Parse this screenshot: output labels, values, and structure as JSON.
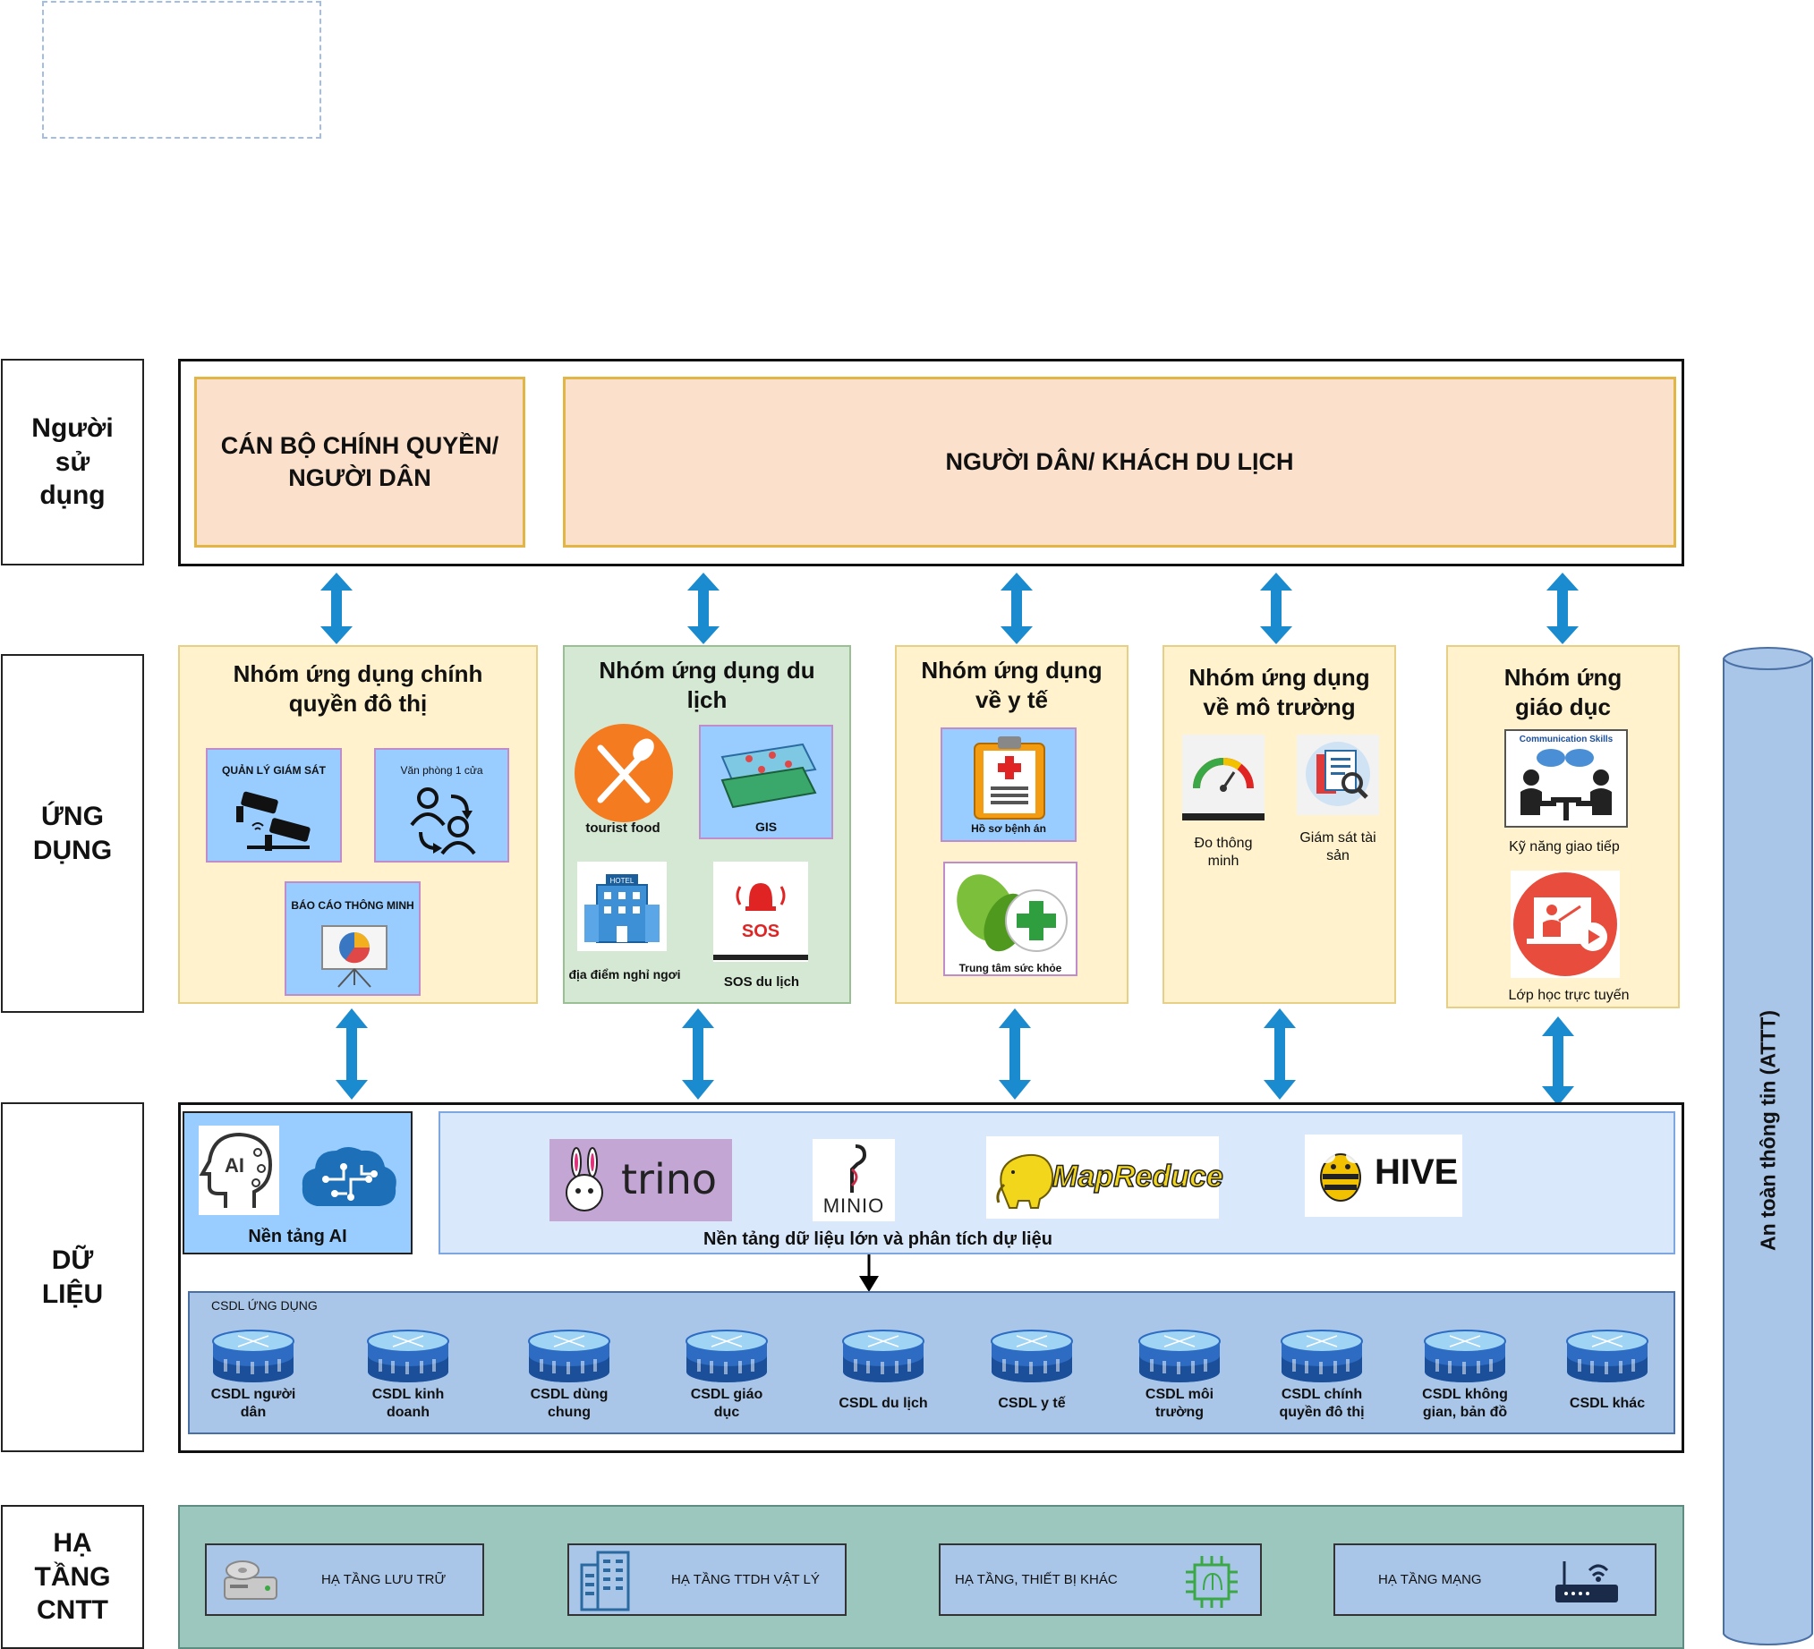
{
  "layers": {
    "users": "Người\nsử\ndụng",
    "apps": "ỨNG\nDỤNG",
    "data": "DỮ\nLIỆU",
    "infra": "HẠ\nTẦNG\nCNTT"
  },
  "users": {
    "officials": "CÁN BỘ CHÍNH QUYỀN/\nNGƯỜI DÂN",
    "citizens": "NGƯỜI DÂN/ KHÁCH DU LỊCH"
  },
  "groups": {
    "gov": {
      "title": "Nhóm ứng dụng chính quyền đô thị",
      "tiles": [
        "QUẢN LÝ GIÁM SÁT",
        "Văn phòng 1 cửa",
        "BÁO CÁO THÔNG MINH"
      ]
    },
    "tourism": {
      "title": "Nhóm ứng dụng du lịch",
      "items": [
        "tourist food",
        "GIS",
        "địa điểm nghỉ ngơi",
        "SOS du lịch"
      ],
      "hotel_sign": "HOTEL",
      "sos_text": "SOS"
    },
    "health": {
      "title": "Nhóm ứng dụng về y tế",
      "items": [
        "Hồ sơ bệnh án",
        "Trung tâm sức khỏe"
      ]
    },
    "environment": {
      "title": "Nhóm ứng dụng về mô trường",
      "items": [
        "Đo thông minh",
        "Giám sát tài sản"
      ]
    },
    "education": {
      "title": "Nhóm ứng\ngiáo dục",
      "items": [
        "Kỹ năng giao tiếp",
        "Lớp học trực tuyến"
      ],
      "comm_banner": "Communication Skills"
    }
  },
  "data_layer": {
    "ai_platform": "Nền tảng AI",
    "ai_icon_text": "AI",
    "bigdata_platform": "Nền tảng dữ liệu lớn và phân tích dự liệu",
    "logos": [
      "trino",
      "MINIO",
      "MapReduce",
      "HIVE"
    ],
    "db_group_title": "CSDL ỨNG DỤNG",
    "databases": [
      "CSDL người\ndân",
      "CSDL kinh\ndoanh",
      "CSDL dùng\nchung",
      "CSDL giáo\ndục",
      "CSDL  du lịch",
      "CSDL  y tế",
      "CSDL môi\ntrường",
      "CSDL chính\nquyền đô thị",
      "CSDL không\ngian, bản đồ",
      "CSDL khác"
    ]
  },
  "infra": {
    "items": [
      "HẠ TẦNG LƯU TRỮ",
      "HẠ TẦNG TTDH VẬT LÝ",
      "HẠ TẦNG, THIẾT BỊ KHÁC",
      "HẠ TẦNG MẠNG"
    ]
  },
  "security": "An toàn thông tin (ATTT)",
  "colors": {
    "arrow": "#1b8bd0",
    "user_fill": "#fbe0cb",
    "group_fill": "#fff2cc",
    "tourism_fill": "#d5e8d4",
    "tile_fill": "#99ccff",
    "db_fill": "#a9c5e8",
    "infra_fill": "#9cc7be",
    "security_fill": "#a9c5e8"
  }
}
